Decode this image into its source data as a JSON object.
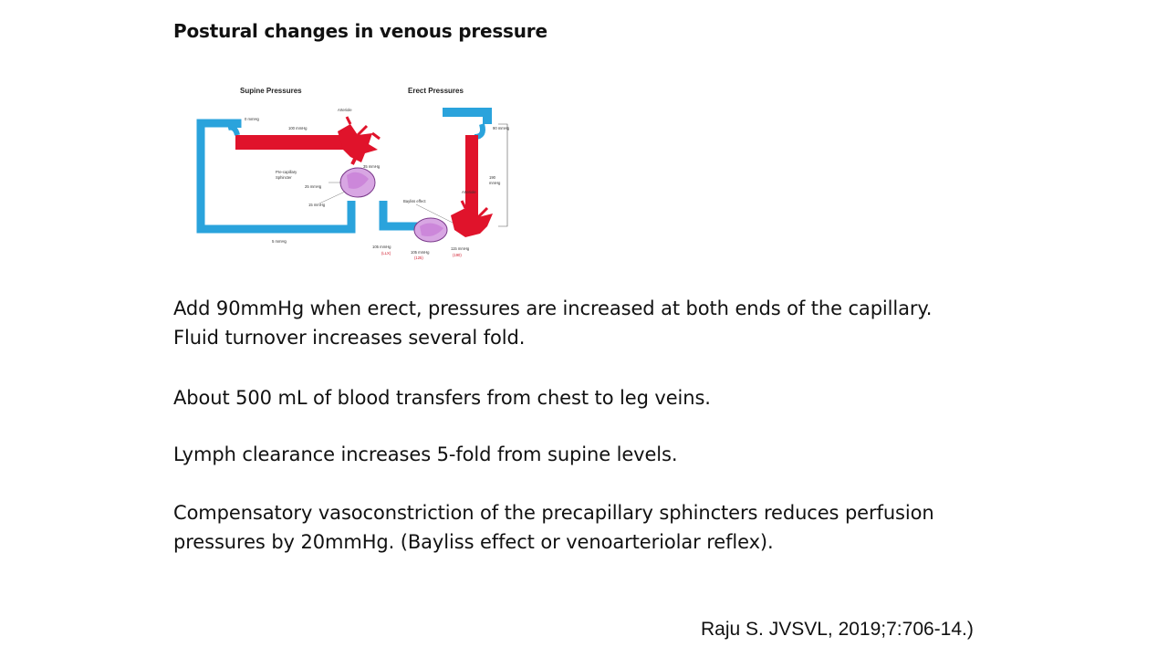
{
  "slide": {
    "title": "Postural changes in venous pressure",
    "paragraphs": [
      "Add 90mmHg when erect, pressures are increased at both ends of the capillary.\nFluid turnover increases several fold.",
      "About 500 mL of blood transfers from chest to leg veins.",
      "Lymph clearance increases 5-fold from supine levels.",
      "Compensatory vasoconstriction of the precapillary sphincters reduces perfusion\npressures by 20mmHg. (Bayliss effect or venoarteriolar reflex)."
    ],
    "citation": "Raju S. JVSVL, 2019;7:706-14.)"
  },
  "figure": {
    "supine_label": "Supine Pressures",
    "erect_label": "Erect Pressures",
    "colors": {
      "artery": "#e0132b",
      "vein": "#2aa3dc",
      "capillary": "#c77bd6"
    }
  }
}
